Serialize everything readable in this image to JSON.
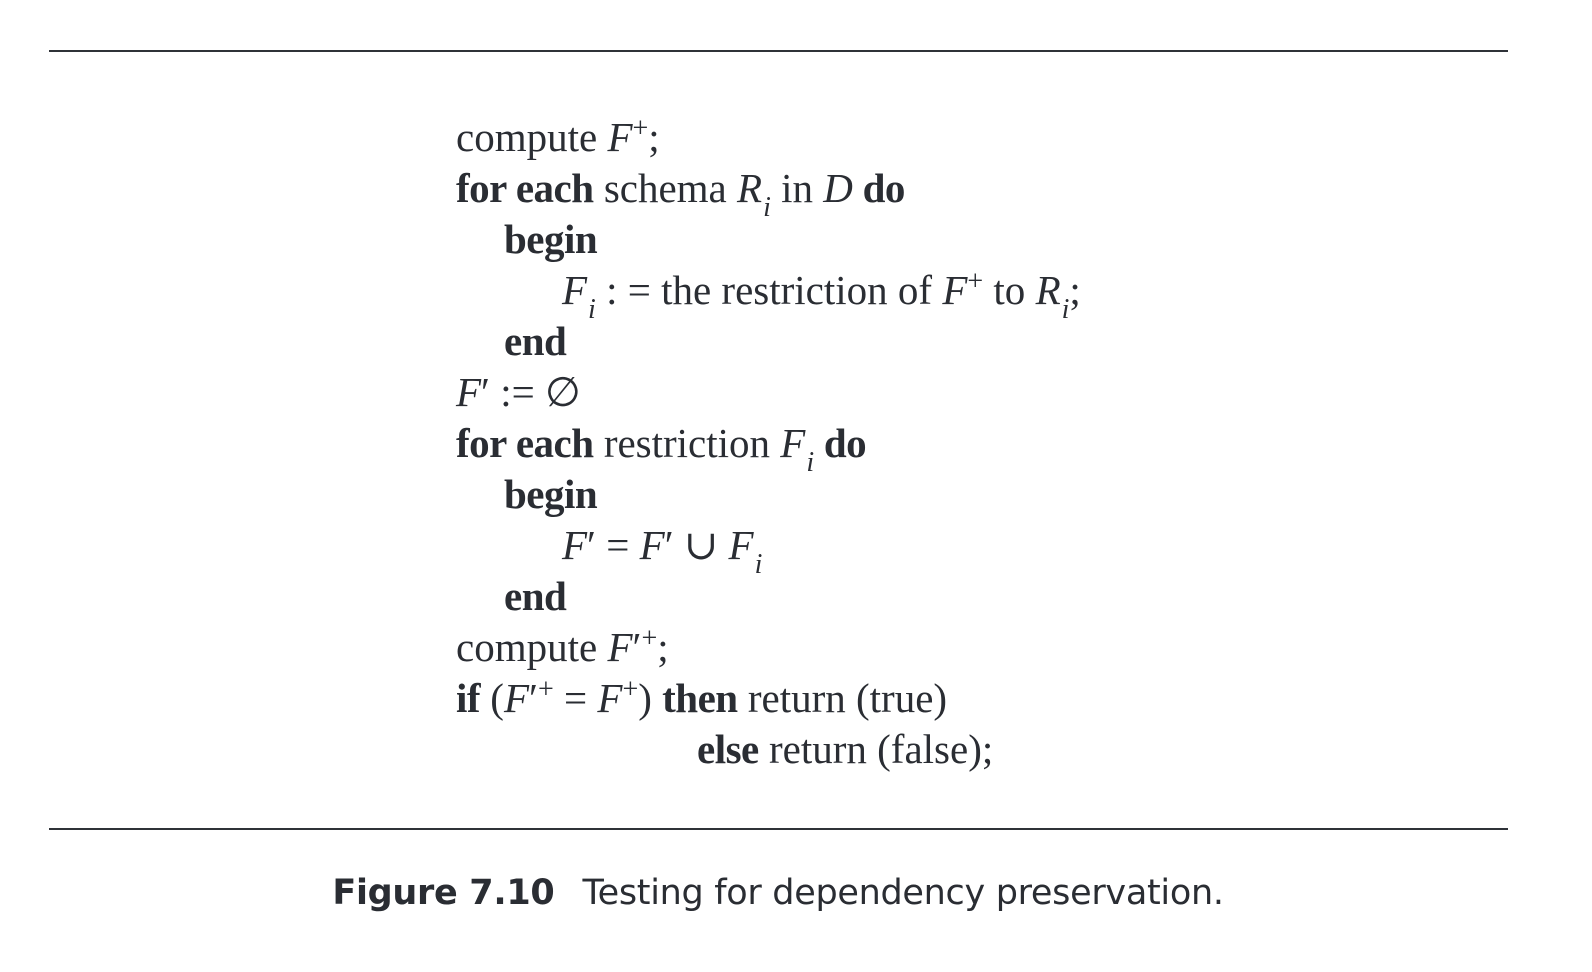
{
  "figure": {
    "label": "Figure 7.10",
    "caption": "Testing for dependency preservation."
  },
  "algorithm": {
    "lines": [
      {
        "id": "l1",
        "indent": 0,
        "parts": [
          "compute ",
          "F",
          "+",
          ";"
        ]
      },
      {
        "id": "l2",
        "indent": 0,
        "kw1": "for each",
        "text1": " schema ",
        "var1": "R",
        "sub1": "i",
        "text2": " in ",
        "var2": "D",
        "kw2": " do"
      },
      {
        "id": "l3",
        "indent": 1,
        "kw1": "begin"
      },
      {
        "id": "l4",
        "indent": 2,
        "var1": "F",
        "sub1": "i",
        "text1": " : = the restriction of ",
        "var2": "F",
        "sup2": "+",
        "text2": " to ",
        "var3": "R",
        "sub3": "i",
        "text3": ";"
      },
      {
        "id": "l5",
        "indent": 1,
        "kw1": "end"
      },
      {
        "id": "l6",
        "indent": 0,
        "var1": "F",
        "prime1": "′",
        "text1": " := ∅"
      },
      {
        "id": "l7",
        "indent": 0,
        "kw1": "for each",
        "text1": " restriction ",
        "var1": "F",
        "sub1": "i",
        "kw2": " do"
      },
      {
        "id": "l8",
        "indent": 1,
        "kw1": "begin"
      },
      {
        "id": "l9",
        "indent": 2,
        "var1": "F",
        "prime1": "′",
        "text1": " = ",
        "var2": "F",
        "prime2": "′",
        "text2": " ∪ ",
        "var3": "F",
        "sub3": "i"
      },
      {
        "id": "l10",
        "indent": 1,
        "kw1": "end"
      },
      {
        "id": "l11",
        "indent": 0,
        "text1": "compute ",
        "var1": "F",
        "prime1": "′",
        "sup1": "+",
        "text2": ";"
      },
      {
        "id": "l12",
        "indent": 0,
        "kw1": "if",
        "text1": " (",
        "var1": "F",
        "prime1": "′",
        "sup1": "+",
        "text2": " = ",
        "var2": "F",
        "sup2": "+",
        "text3": ") ",
        "kw2": "then",
        "text4": " return (true)"
      },
      {
        "id": "l13",
        "indent": 3,
        "kw1": "else",
        "text1": " return (false);"
      }
    ]
  },
  "colors": {
    "text": "#2a2d33",
    "rule": "#2f3238",
    "background": "#ffffff"
  }
}
